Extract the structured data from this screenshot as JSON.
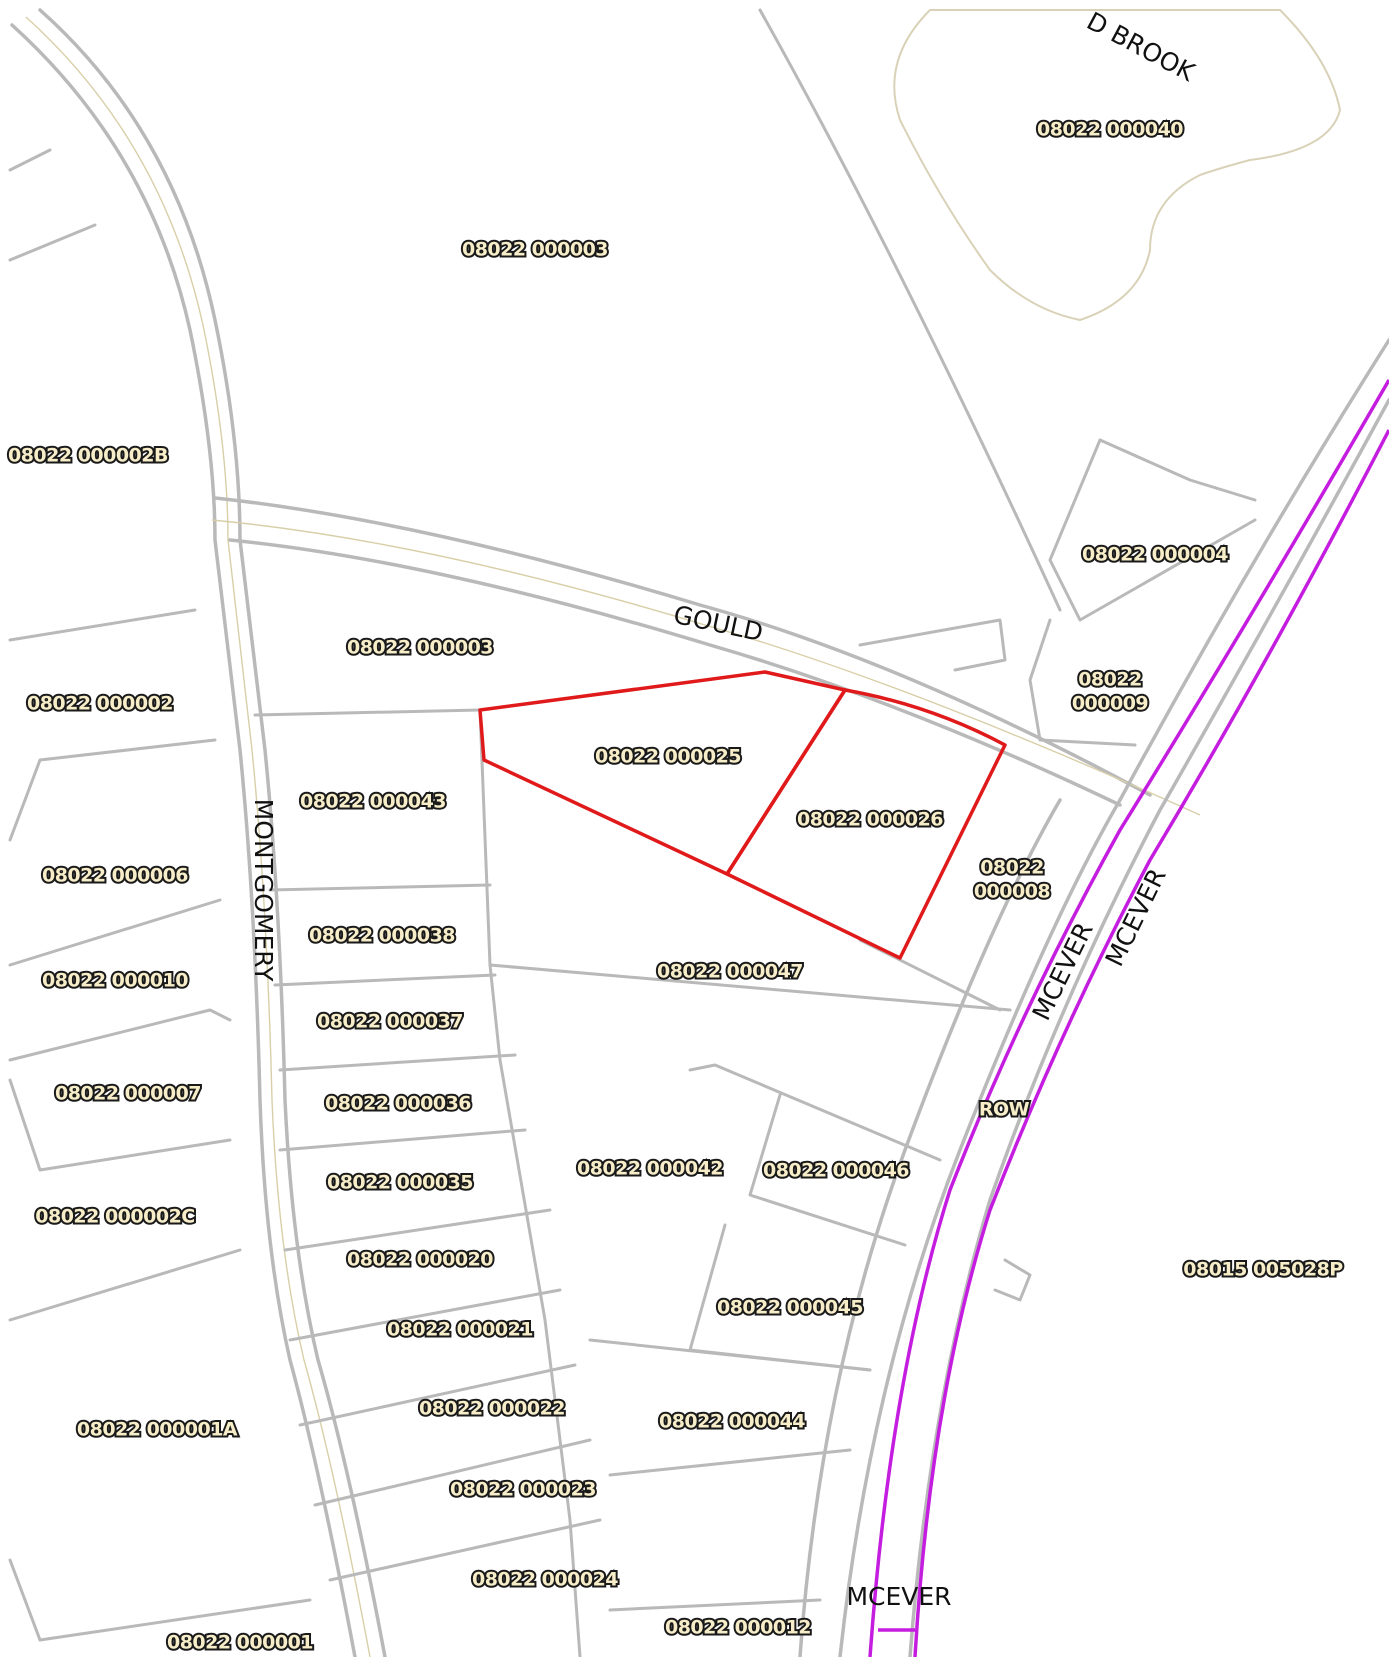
{
  "map": {
    "roads": {
      "gould": "GOULD",
      "montgomery": "MONTGOMERY",
      "mcever_a": "MCEVER",
      "mcever_b": "MCEVER",
      "mcever_c": "MCEVER",
      "brook": "D BROOK",
      "row": "ROW"
    },
    "parcels": {
      "p000040": "08022 000040",
      "p000003_top": "08022 000003",
      "p000002b": "08022 000002B",
      "p000004": "08022 000004",
      "p000003": "08022 000003",
      "p000009_line1": "08022",
      "p000009_line2": "000009",
      "p000002": "08022 000002",
      "p000025": "08022 000025",
      "p000043": "08022 000043",
      "p000026": "08022 000026",
      "p000008_line1": "08022",
      "p000008_line2": "000008",
      "p000006": "08022 000006",
      "p000038": "08022 000038",
      "p000047": "08022 000047",
      "p000010": "08022 000010",
      "p000037": "08022 000037",
      "p000007": "08022 000007",
      "p000036": "08022 000036",
      "p000042": "08022 000042",
      "p000046": "08022 000046",
      "p000035": "08022 000035",
      "p000002c": "08022 000002C",
      "p000020": "08022 000020",
      "p5028p": "08015 005028P",
      "p000045": "08022 000045",
      "p000021": "08022 000021",
      "p000022": "08022 000022",
      "p000044": "08022 000044",
      "p000001a": "08022 000001A",
      "p000023": "08022 000023",
      "p000024": "08022 000024",
      "p000012": "08022 000012",
      "p000001": "08022 000001"
    },
    "colors": {
      "subject_outline": "#e0191a",
      "rail_line": "#c51de0",
      "parcel_line": "#b9b9b9",
      "label_fill": "#f7eec9"
    }
  }
}
